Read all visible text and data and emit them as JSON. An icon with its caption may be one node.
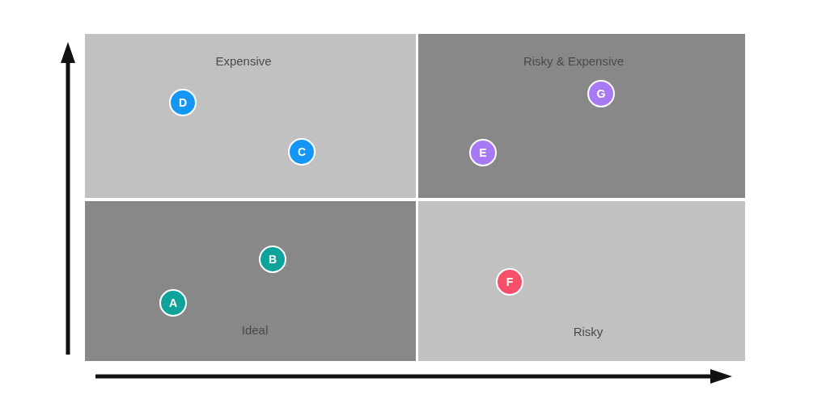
{
  "diagram": {
    "nodes": [
      {
        "text": [
          "Expensive"
        ]
      },
      {
        "text": [
          "D"
        ],
        "in": 0
      },
      {
        "text": [
          "C"
        ],
        "in": 0
      },
      {
        "text": [
          "Risky & Expensive"
        ]
      },
      {
        "text": [
          "G"
        ],
        "in": 3
      },
      {
        "text": [
          "E"
        ],
        "in": 3
      },
      {
        "text": [
          "Ideal"
        ]
      },
      {
        "text": [
          "B"
        ],
        "in": 6
      },
      {
        "text": [
          "A"
        ],
        "in": 6
      },
      {
        "text": [
          "Risky"
        ]
      },
      {
        "text": [
          "F"
        ],
        "in": 9
      }
    ]
  }
}
